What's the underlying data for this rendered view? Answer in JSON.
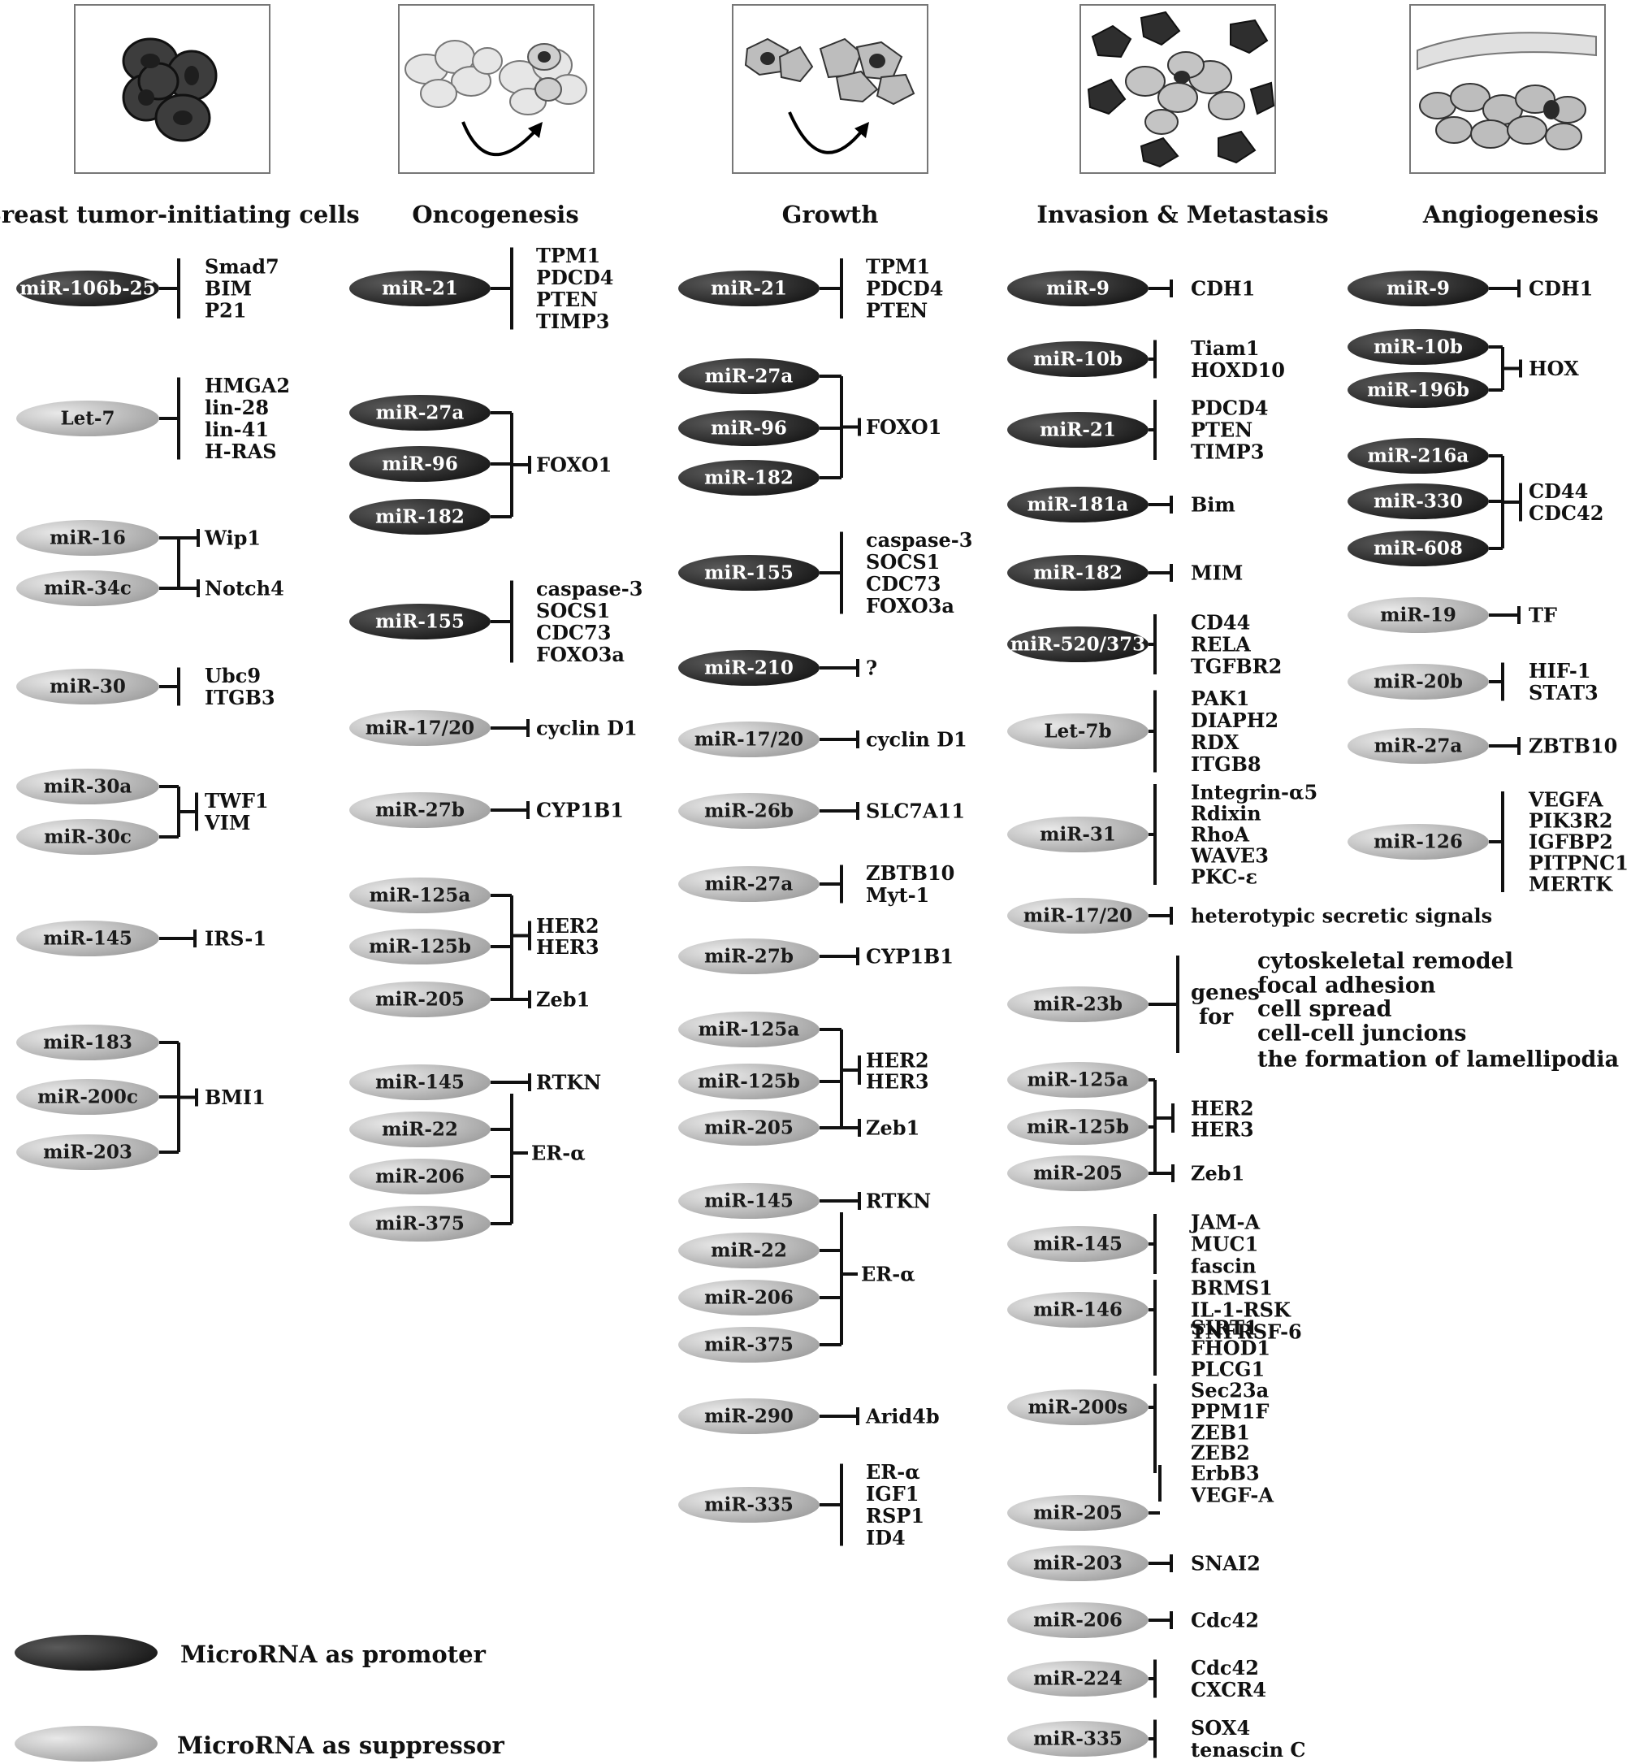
{
  "columns": [
    {
      "title": "Breast tumor-initiating cells",
      "groups": [
        {
          "mirs": [
            {
              "name": "miR-106b-25",
              "role": "promoter"
            }
          ],
          "targets": [
            "Smad7",
            "BIM",
            "P21"
          ]
        },
        {
          "mirs": [
            {
              "name": "Let-7",
              "role": "suppressor"
            }
          ],
          "targets": [
            "HMGA2",
            "lin-28",
            "lin-41",
            "H-RAS"
          ]
        },
        {
          "mirs": [
            {
              "name": "miR-16",
              "role": "suppressor"
            },
            {
              "name": "miR-34c",
              "role": "suppressor"
            }
          ],
          "targets": [
            "Wip1",
            "Notch4"
          ],
          "split": true
        },
        {
          "mirs": [
            {
              "name": "miR-30",
              "role": "suppressor"
            }
          ],
          "targets": [
            "Ubc9",
            "ITGB3"
          ]
        },
        {
          "mirs": [
            {
              "name": "miR-30a",
              "role": "suppressor"
            },
            {
              "name": "miR-30c",
              "role": "suppressor"
            }
          ],
          "targets": [
            "TWF1",
            "VIM"
          ]
        },
        {
          "mirs": [
            {
              "name": "miR-145",
              "role": "suppressor"
            }
          ],
          "targets": [
            "IRS-1"
          ]
        },
        {
          "mirs": [
            {
              "name": "miR-183",
              "role": "suppressor"
            },
            {
              "name": "miR-200c",
              "role": "suppressor"
            },
            {
              "name": "miR-203",
              "role": "suppressor"
            }
          ],
          "targets": [
            "BMI1"
          ]
        }
      ]
    },
    {
      "title": "Oncogenesis",
      "groups": [
        {
          "mirs": [
            {
              "name": "miR-21",
              "role": "promoter"
            }
          ],
          "targets": [
            "TPM1",
            "PDCD4",
            "PTEN",
            "TIMP3"
          ]
        },
        {
          "mirs": [
            {
              "name": "miR-27a",
              "role": "promoter"
            },
            {
              "name": "miR-96",
              "role": "promoter"
            },
            {
              "name": "miR-182",
              "role": "promoter"
            }
          ],
          "targets": [
            "FOXO1"
          ]
        },
        {
          "mirs": [
            {
              "name": "miR-155",
              "role": "promoter"
            }
          ],
          "targets": [
            "caspase-3",
            "SOCS1",
            "CDC73",
            "FOXO3a"
          ]
        },
        {
          "mirs": [
            {
              "name": "miR-17/20",
              "role": "suppressor"
            }
          ],
          "targets": [
            "cyclin D1"
          ]
        },
        {
          "mirs": [
            {
              "name": "miR-27b",
              "role": "suppressor"
            }
          ],
          "targets": [
            "CYP1B1"
          ]
        },
        {
          "mirs": [
            {
              "name": "miR-125a",
              "role": "suppressor"
            },
            {
              "name": "miR-125b",
              "role": "suppressor"
            },
            {
              "name": "miR-205",
              "role": "suppressor"
            }
          ],
          "targets": [
            "HER2",
            "HER3",
            "Zeb1"
          ],
          "extra": true
        },
        {
          "mirs": [
            {
              "name": "miR-145",
              "role": "suppressor"
            },
            {
              "name": "miR-22",
              "role": "suppressor"
            },
            {
              "name": "miR-206",
              "role": "suppressor"
            },
            {
              "name": "miR-375",
              "role": "suppressor"
            }
          ],
          "targets": [
            "RTKN",
            "ER-α"
          ],
          "first": true
        }
      ]
    },
    {
      "title": "Growth",
      "groups": [
        {
          "mirs": [
            {
              "name": "miR-21",
              "role": "promoter"
            }
          ],
          "targets": [
            "TPM1",
            "PDCD4",
            "PTEN"
          ]
        },
        {
          "mirs": [
            {
              "name": "miR-27a",
              "role": "promoter"
            },
            {
              "name": "miR-96",
              "role": "promoter"
            },
            {
              "name": "miR-182",
              "role": "promoter"
            }
          ],
          "targets": [
            "FOXO1"
          ]
        },
        {
          "mirs": [
            {
              "name": "miR-155",
              "role": "promoter"
            }
          ],
          "targets": [
            "caspase-3",
            "SOCS1",
            "CDC73",
            "FOXO3a"
          ]
        },
        {
          "mirs": [
            {
              "name": "miR-210",
              "role": "promoter"
            }
          ],
          "targets": [
            "?"
          ]
        },
        {
          "mirs": [
            {
              "name": "miR-17/20",
              "role": "suppressor"
            }
          ],
          "targets": [
            "cyclin D1"
          ]
        },
        {
          "mirs": [
            {
              "name": "miR-26b",
              "role": "suppressor"
            }
          ],
          "targets": [
            "SLC7A11"
          ]
        },
        {
          "mirs": [
            {
              "name": "miR-27a",
              "role": "suppressor"
            }
          ],
          "targets": [
            "ZBTB10",
            "Myt-1"
          ]
        },
        {
          "mirs": [
            {
              "name": "miR-27b",
              "role": "suppressor"
            }
          ],
          "targets": [
            "CYP1B1"
          ]
        },
        {
          "mirs": [
            {
              "name": "miR-125a",
              "role": "suppressor"
            },
            {
              "name": "miR-125b",
              "role": "suppressor"
            },
            {
              "name": "miR-205",
              "role": "suppressor"
            }
          ],
          "targets": [
            "HER2",
            "HER3",
            "Zeb1"
          ],
          "extra": true
        },
        {
          "mirs": [
            {
              "name": "miR-145",
              "role": "suppressor"
            },
            {
              "name": "miR-22",
              "role": "suppressor"
            },
            {
              "name": "miR-206",
              "role": "suppressor"
            },
            {
              "name": "miR-375",
              "role": "suppressor"
            }
          ],
          "targets": [
            "RTKN",
            "ER-α"
          ],
          "first": true
        },
        {
          "mirs": [
            {
              "name": "miR-290",
              "role": "suppressor"
            }
          ],
          "targets": [
            "Arid4b"
          ]
        },
        {
          "mirs": [
            {
              "name": "miR-335",
              "role": "suppressor"
            }
          ],
          "targets": [
            "ER-α",
            "IGF1",
            "RSP1",
            "ID4"
          ]
        }
      ]
    },
    {
      "title": "Invasion & Metastasis",
      "groups": [
        {
          "mirs": [
            {
              "name": "miR-9",
              "role": "promoter"
            }
          ],
          "targets": [
            "CDH1"
          ]
        },
        {
          "mirs": [
            {
              "name": "miR-10b",
              "role": "promoter"
            }
          ],
          "targets": [
            "Tiam1",
            "HOXD10"
          ]
        },
        {
          "mirs": [
            {
              "name": "miR-21",
              "role": "promoter"
            }
          ],
          "targets": [
            "PDCD4",
            "PTEN",
            "TIMP3"
          ]
        },
        {
          "mirs": [
            {
              "name": "miR-181a",
              "role": "promoter"
            }
          ],
          "targets": [
            "Bim"
          ]
        },
        {
          "mirs": [
            {
              "name": "miR-182",
              "role": "promoter"
            }
          ],
          "targets": [
            "MIM"
          ]
        },
        {
          "mirs": [
            {
              "name": "miR-520/373",
              "role": "promoter"
            }
          ],
          "targets": [
            "CD44",
            "RELA",
            "TGFBR2"
          ]
        },
        {
          "mirs": [
            {
              "name": "Let-7b",
              "role": "suppressor"
            }
          ],
          "targets": [
            "PAK1",
            "DIAPH2",
            "RDX",
            "ITGB8"
          ]
        },
        {
          "mirs": [
            {
              "name": "miR-31",
              "role": "suppressor"
            }
          ],
          "targets": [
            "Integrin-α5",
            "Rdixin",
            "RhoA",
            "WAVE3",
            "PKC-ε"
          ]
        },
        {
          "mirs": [
            {
              "name": "miR-17/20",
              "role": "suppressor"
            }
          ],
          "targets": [
            "heterotypic secretic signals"
          ]
        },
        {
          "mirs": [
            {
              "name": "miR-23b",
              "role": "suppressor"
            }
          ],
          "genes_for": [
            "genes",
            "for"
          ],
          "targets": [
            "cytoskeletal remodel",
            "focal adhesion",
            "cell spread",
            "cell-cell juncions",
            "the formation of lamellipodia"
          ]
        },
        {
          "mirs": [
            {
              "name": "miR-125a",
              "role": "suppressor"
            },
            {
              "name": "miR-125b",
              "role": "suppressor"
            },
            {
              "name": "miR-205",
              "role": "suppressor"
            }
          ],
          "targets": [
            "HER2",
            "HER3",
            "Zeb1"
          ],
          "extra": true
        },
        {
          "mirs": [
            {
              "name": "miR-145",
              "role": "suppressor"
            }
          ],
          "targets": [
            "JAM-A",
            "MUC1",
            "fascin"
          ]
        },
        {
          "mirs": [
            {
              "name": "miR-146",
              "role": "suppressor"
            }
          ],
          "targets": [
            "BRMS1",
            "IL-1-RSK",
            "TNFRSF-6"
          ]
        },
        {
          "mirs": [
            {
              "name": "miR-200s",
              "role": "suppressor"
            },
            {
              "name": "miR-205",
              "role": "suppressor"
            }
          ],
          "targets": [
            "SIRT1",
            "FHOD1",
            "PLCG1",
            "Sec23a",
            "PPM1F",
            "ZEB1",
            "ZEB2",
            "ErbB3",
            "VEGF-A"
          ]
        },
        {
          "mirs": [
            {
              "name": "miR-203",
              "role": "suppressor"
            }
          ],
          "targets": [
            "SNAI2"
          ]
        },
        {
          "mirs": [
            {
              "name": "miR-206",
              "role": "suppressor"
            }
          ],
          "targets": [
            "Cdc42"
          ]
        },
        {
          "mirs": [
            {
              "name": "miR-224",
              "role": "suppressor"
            }
          ],
          "targets": [
            "Cdc42",
            "CXCR4"
          ]
        },
        {
          "mirs": [
            {
              "name": "miR-335",
              "role": "suppressor"
            }
          ],
          "targets": [
            "SOX4",
            "tenascin C"
          ]
        }
      ]
    },
    {
      "title": "Angiogenesis",
      "groups": [
        {
          "mirs": [
            {
              "name": "miR-9",
              "role": "promoter"
            }
          ],
          "targets": [
            "CDH1"
          ]
        },
        {
          "mirs": [
            {
              "name": "miR-10b",
              "role": "promoter"
            },
            {
              "name": "miR-196b",
              "role": "promoter"
            }
          ],
          "targets": [
            "HOX"
          ]
        },
        {
          "mirs": [
            {
              "name": "miR-216a",
              "role": "promoter"
            },
            {
              "name": "miR-330",
              "role": "promoter"
            },
            {
              "name": "miR-608",
              "role": "promoter"
            }
          ],
          "targets": [
            "CD44",
            "CDC42"
          ]
        },
        {
          "mirs": [
            {
              "name": "miR-19",
              "role": "suppressor"
            }
          ],
          "targets": [
            "TF"
          ]
        },
        {
          "mirs": [
            {
              "name": "miR-20b",
              "role": "suppressor"
            }
          ],
          "targets": [
            "HIF-1",
            "STAT3"
          ]
        },
        {
          "mirs": [
            {
              "name": "miR-27a",
              "role": "suppressor"
            }
          ],
          "targets": [
            "ZBTB10"
          ]
        },
        {
          "mirs": [
            {
              "name": "miR-126",
              "role": "suppressor"
            }
          ],
          "targets": [
            "VEGFA",
            "PIK3R2",
            "IGFBP2",
            "PITPNC1",
            "MERTK"
          ]
        }
      ]
    }
  ],
  "legend": {
    "promoter": "MicroRNA as promoter",
    "suppressor": "MicroRNA as suppressor"
  },
  "colors": {
    "promoter_light": "#5a5a5a",
    "promoter_dark": "#151515",
    "suppressor_light": "#e9e9e9",
    "suppressor_dark": "#9c9c9c",
    "line": "#111111"
  }
}
